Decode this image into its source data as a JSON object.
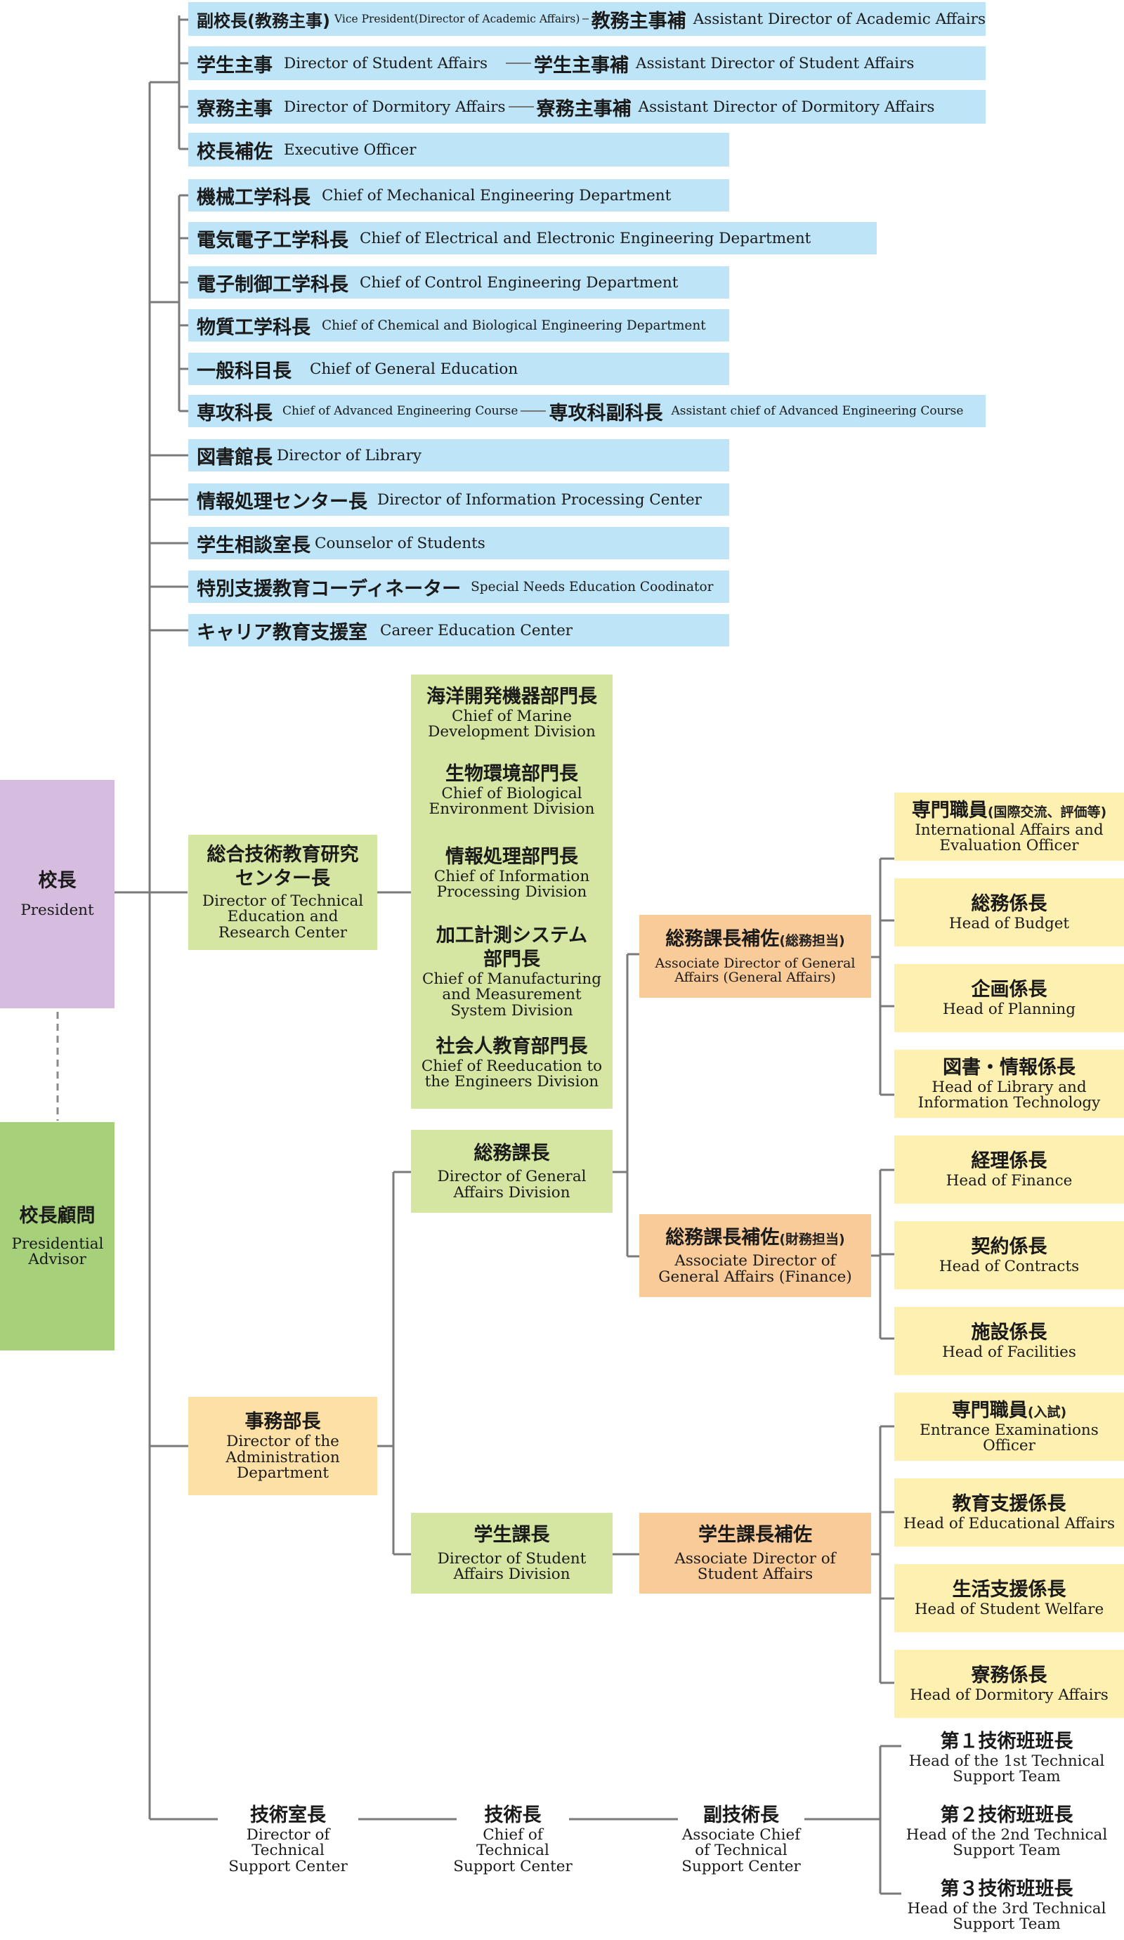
{
  "president": {
    "jp": "校長",
    "en": "President"
  },
  "advisor": {
    "jp": "校長顧問",
    "en": "Presidential Advisor"
  },
  "top_rows": [
    {
      "jp": "副校長(教務主事)",
      "en": "Vice President(Director of Academic Affairs)",
      "sub_jp": "教務主事補",
      "sub_en": "Assistant Director of Academic Affairs"
    },
    {
      "jp": "学生主事",
      "en": "Director of Student Affairs",
      "sub_jp": "学生主事補",
      "sub_en": "Assistant Director of Student Affairs"
    },
    {
      "jp": "寮務主事",
      "en": "Director of Dormitory Affairs",
      "sub_jp": "寮務主事補",
      "sub_en": "Assistant Director of Dormitory Affairs"
    },
    {
      "jp": "校長補佐",
      "en": "Executive Officer"
    }
  ],
  "dept_rows": [
    {
      "jp": "機械工学科長",
      "en": "Chief of Mechanical Engineering Department"
    },
    {
      "jp": "電気電子工学科長",
      "en": "Chief of Electrical and Electronic Engineering Department"
    },
    {
      "jp": "電子制御工学科長",
      "en": "Chief of Control Engineering Department"
    },
    {
      "jp": "物質工学科長",
      "en": "Chief of Chemical and Biological Engineering Department"
    },
    {
      "jp": "一般科目長",
      "en": "Chief of General Education"
    },
    {
      "jp": "専攻科長",
      "en": "Chief of Advanced Engineering Course",
      "sub_jp": "専攻科副科長",
      "sub_en": "Assistant chief of Advanced Engineering Course"
    }
  ],
  "facility_rows": [
    {
      "jp": "図書館長",
      "en": "Director of Library"
    },
    {
      "jp": "情報処理センター長",
      "en": "Director of Information Processing Center"
    },
    {
      "jp": "学生相談室長",
      "en": "Counselor of Students"
    },
    {
      "jp": "特別支援教育コーディネーター",
      "en": "Special Needs Education Coodinator"
    },
    {
      "jp": "キャリア教育支援室",
      "en": "Career Education Center"
    }
  ],
  "tech_center": {
    "jp": "総合技術教育研究センター長",
    "jp1": "総合技術教育研究",
    "jp2": "センター長",
    "en": "Director of Technical Education and Research Center"
  },
  "divisions": [
    {
      "jp": "海洋開発機器部門長",
      "en": "Chief of Marine Development Division"
    },
    {
      "jp": "生物環境部門長",
      "en": "Chief of Biological Environment Division"
    },
    {
      "jp": "情報処理部門長",
      "en": "Chief of Information Processing Division"
    },
    {
      "jp": "加工計測システム部門長",
      "jp1": "加工計測システム",
      "jp2": "部門長",
      "en": "Chief of Manufacturing and Measurement System Division"
    },
    {
      "jp": "社会人教育部門長",
      "en": "Chief of Reeducation to the Engineers Division"
    }
  ],
  "admin_director": {
    "jp": "事務部長",
    "en": "Director of the Administration Department"
  },
  "general_affairs": {
    "jp": "総務課長",
    "en": "Director of General Affairs Division"
  },
  "student_affairs": {
    "jp": "学生課長",
    "en": "Director of Student Affairs Division"
  },
  "assoc_general": {
    "jp": "総務課長補佐",
    "jp_note": "(総務担当)",
    "en": "Associate Director of General Affairs (General Affairs)"
  },
  "assoc_finance": {
    "jp": "総務課長補佐",
    "jp_note": "(財務担当)",
    "en": "Associate Director of General Affairs (Finance)"
  },
  "assoc_student": {
    "jp": "学生課長補佐",
    "en": "Associate Director of Student Affairs"
  },
  "heads_general": [
    {
      "jp": "専門職員",
      "jp_note": "(国際交流、評価等)",
      "en": "International Affairs and Evaluation Officer"
    },
    {
      "jp": "総務係長",
      "en": "Head of Budget"
    },
    {
      "jp": "企画係長",
      "en": "Head of Planning"
    },
    {
      "jp": "図書・情報係長",
      "en": "Head of Library and Information Technology"
    }
  ],
  "heads_finance": [
    {
      "jp": "経理係長",
      "en": "Head of Finance"
    },
    {
      "jp": "契約係長",
      "en": "Head of Contracts"
    },
    {
      "jp": "施設係長",
      "en": "Head of Facilities"
    }
  ],
  "heads_student": [
    {
      "jp": "専門職員",
      "jp_note": "(入試)",
      "en": "Entrance Examinations Officer"
    },
    {
      "jp": "教育支援係長",
      "en": "Head of Educational Affairs"
    },
    {
      "jp": "生活支援係長",
      "en": "Head of Student Welfare"
    },
    {
      "jp": "寮務係長",
      "en": "Head of Dormitory Affairs"
    }
  ],
  "tech_support": [
    {
      "jp": "技術室長",
      "en": "Director of Technical Support Center"
    },
    {
      "jp": "技術長",
      "en": "Chief of Technical Support Center"
    },
    {
      "jp": "副技術長",
      "en": "Associate Chief of Technical Support Center"
    }
  ],
  "teams": [
    {
      "jp": "第１技術班班長",
      "en": "Head of the 1st Technical Support Team"
    },
    {
      "jp": "第２技術班班長",
      "en": "Head of the 2nd Technical Support Team"
    },
    {
      "jp": "第３技術班班長",
      "en": "Head of the 3rd Technical Support Team"
    }
  ]
}
